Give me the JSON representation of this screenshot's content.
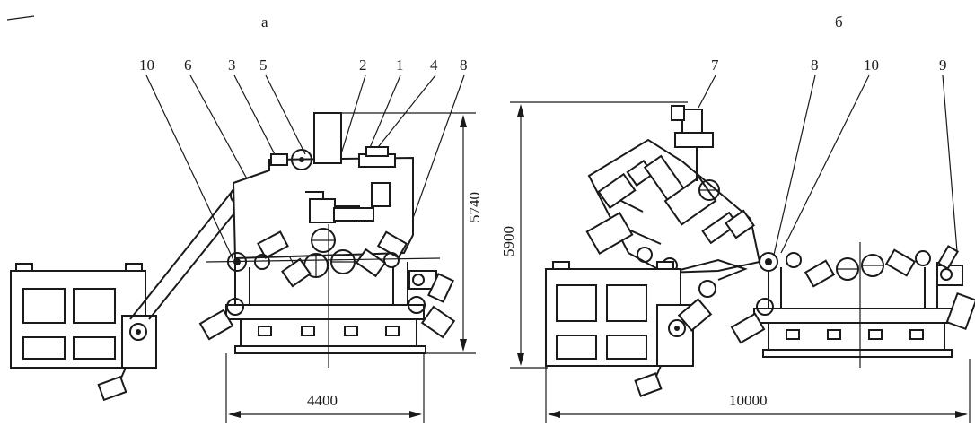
{
  "views": {
    "a": {
      "label": "а",
      "callouts": [
        "10",
        "6",
        "3",
        "5",
        "2",
        "1",
        "4",
        "8"
      ],
      "dim_height": "5740",
      "dim_width": "4400"
    },
    "b": {
      "label": "б",
      "callouts": [
        "7",
        "8",
        "10",
        "9"
      ],
      "dim_height": "5900",
      "dim_width": "10000"
    }
  },
  "colors": {
    "ink": "#1a1a1a",
    "paper": "#ffffff"
  }
}
